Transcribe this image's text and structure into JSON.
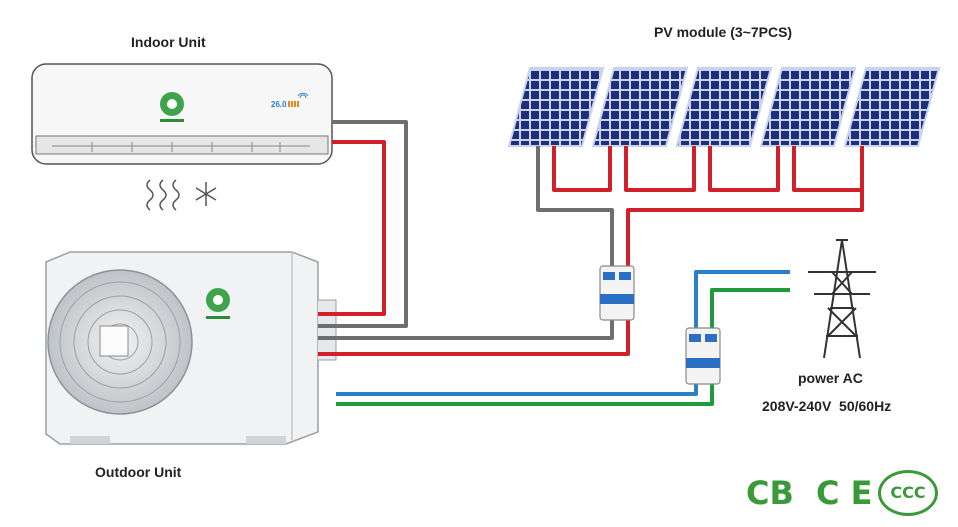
{
  "labels": {
    "indoor_unit": "Indoor Unit",
    "outdoor_unit": "Outdoor Unit",
    "pv_module": "PV module (3~7PCS)",
    "power_ac": "power AC",
    "voltage": "208V-240V  50/60Hz"
  },
  "indoor_display": {
    "temperature": "26.0"
  },
  "certifications": {
    "cb": "CB",
    "ce": "C E",
    "ccc": "CCC"
  },
  "colors": {
    "dc_positive": "#d0202a",
    "dc_negative": "#6e6e6e",
    "ac_live": "#2a7fc8",
    "ac_ground": "#1f9a3c",
    "panel_blue": "#1e2f7a",
    "cert_green": "#3a9a3a"
  },
  "icons": [
    "leaf-logo-icon",
    "heat-wave-icon",
    "snowflake-icon",
    "breaker-icon",
    "pylon-icon"
  ],
  "pv_panel_count_shown": 5
}
